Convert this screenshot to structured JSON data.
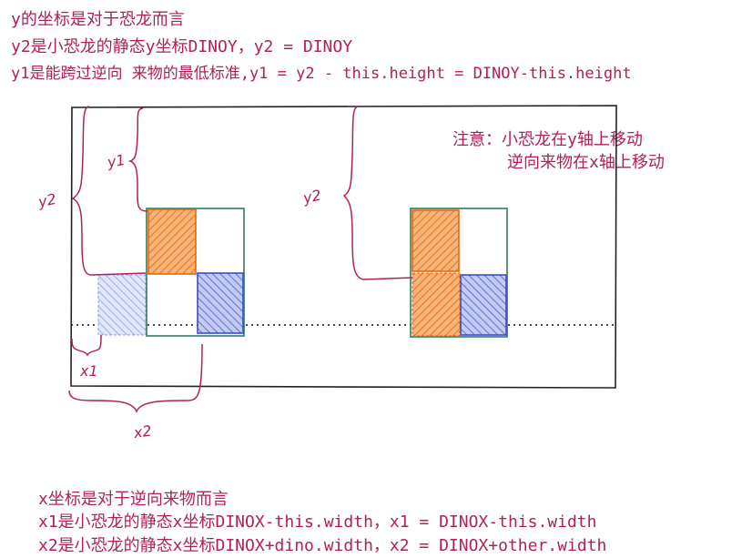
{
  "header": {
    "line1": "y的坐标是对于恐龙而言",
    "line2": "y2是小恐龙的静态y坐标DINOY，y2 = DINOY",
    "line3": "y1是能跨过逆向 来物的最低标准,y1 = y2 - this.height = DINOY-this.height"
  },
  "note": {
    "line1": "注意：小恐龙在y轴上移动",
    "line2": "逆向来物在x轴上移动"
  },
  "labels": {
    "y1": "y1",
    "y2_left": "y2",
    "y2_right": "y2",
    "x1": "x1",
    "x2": "x2"
  },
  "footer": {
    "line1": "x坐标是对于逆向来物而言",
    "line2": "x1是小恐龙的静态x坐标DINOX-this.width，x1 = DINOX-this.width",
    "line3": "x2是小恐龙的静态x坐标DINOX+dino.width，x2 = DINOX+other.width"
  },
  "colors": {
    "text": "#b0215a",
    "frame": "#222222",
    "dino_box": "#2e7d5b",
    "orange_fill": "#f08a2c",
    "blue_fill": "#4a5fd0",
    "light_blue_fill": "#8f9de6",
    "ground_line": "#111111"
  }
}
